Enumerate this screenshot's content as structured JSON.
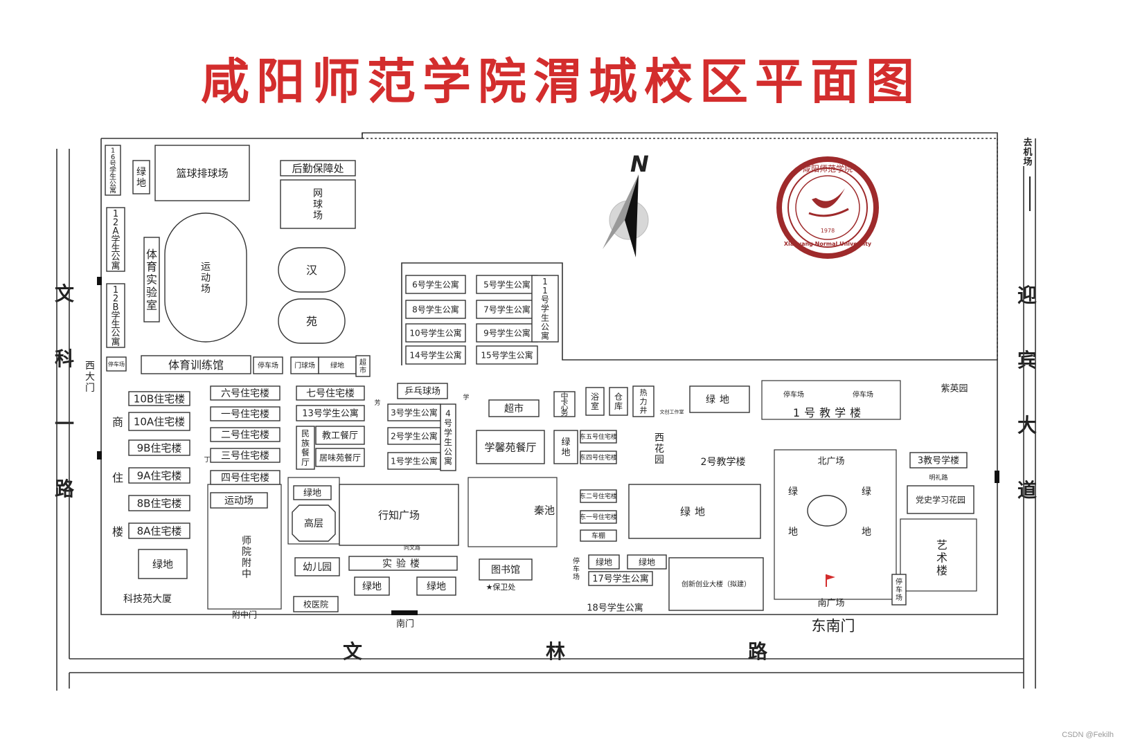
{
  "title": "咸阳师范学院渭城校区平面图",
  "roads": {
    "west": "文科一路",
    "east": "迎宾大道",
    "south": "文林路",
    "to_airport": "去机场"
  },
  "north_label": "N",
  "emblem": {
    "year": "1978",
    "english_name": "Xianyang Normal University",
    "chinese_name": "咸阳师范学院"
  },
  "buildings": {
    "b16": "16号学生公寓",
    "green1": "绿地",
    "basketball": "篮球排球场",
    "logistics": "后勤保障处",
    "tennis": "网球场",
    "b12a": "12A学生公寓",
    "b12b": "12B学生公寓",
    "sports_lab": "体育实验室",
    "track": "运动场",
    "han": "汉",
    "yuan": "苑",
    "gym": "体育训练馆",
    "parking_small": "停车场",
    "parking1": "停车场",
    "doorball": "门球场",
    "green_small": "绿地",
    "supermarket_small": "超市",
    "west_gate": "西大门",
    "d6": "6号学生公寓",
    "d5": "5号学生公寓",
    "d8": "8号学生公寓",
    "d7": "7号学生公寓",
    "d10": "10号学生公寓",
    "d9": "9号学生公寓",
    "d14": "14号学生公寓",
    "d15": "15号学生公寓",
    "d11": "11号学生公寓",
    "r10b": "10B住宅楼",
    "r10a": "10A住宅楼",
    "r9b": "9B住宅楼",
    "r9a": "9A住宅楼",
    "r8b": "8B住宅楼",
    "r8a": "8A住宅楼",
    "shang": "商",
    "zhu": "住",
    "lou": "楼",
    "h6": "六号住宅楼",
    "h1": "一号住宅楼",
    "h2": "二号住宅楼",
    "h3": "三号住宅楼",
    "h4": "四号住宅楼",
    "h7": "七号住宅楼",
    "d13": "13号学生公寓",
    "minzu": "民族餐厅",
    "canteen_staff": "教工餐厅",
    "canteen_juwei": "居味苑餐厅",
    "pingpong": "乒乓球场",
    "d3": "3号学生公寓",
    "d2": "2号学生公寓",
    "d1": "1号学生公寓",
    "d4": "4号学生公寓",
    "supermarket": "超市",
    "card_center": "中卡心务",
    "bath": "浴室",
    "warehouse": "仓库",
    "hot_well": "热力井",
    "culture_station": "文创工作室",
    "green_east": "绿地",
    "parking2": "停车场",
    "parking3": "停车场",
    "teach1": "1号教学楼",
    "ziying": "紫英园",
    "xuexin": "学馨苑餐厅",
    "green_b": "绿地",
    "e5": "东五号住宅楼",
    "e4": "东四号住宅楼",
    "xihua": "西花园",
    "teach2": "2号教学楼",
    "north_square": "北广场",
    "teach3": "3教号学楼",
    "party_garden": "党史学习花园",
    "mingli_road": "明礼路",
    "track_field": "运动场",
    "shiyuan": "师院附中",
    "green_c": "绿地",
    "gaoceng": "高层",
    "xingzhi": "行知广场",
    "qinchi": "秦池",
    "e2": "东二号住宅楼",
    "e1": "东一号住宅楼",
    "garage": "车棚",
    "green_d": "绿地",
    "green_nw": "绿",
    "green_ne": "绿",
    "di_sw": "地",
    "di_se": "地",
    "art": "艺术楼",
    "green_tech": "绿地",
    "tech_building": "科技苑大厦",
    "kindergarten": "幼儿园",
    "lab": "实验楼",
    "library": "图书馆",
    "security": "★保卫处",
    "green_e": "绿地",
    "green_f": "绿地",
    "clinic": "校医院",
    "parking4": "停车场",
    "green_g": "绿地",
    "green_h": "绿地",
    "d17": "17号学生公寓",
    "innovation": "创新创业大楼（拟建）",
    "d18": "18号学生公寓",
    "south_square": "南广场",
    "parking5": "停车场",
    "fuzhong_gate": "附中门",
    "south_gate": "南门",
    "southeast_gate": "东南门",
    "wenjing_road": "同文路",
    "road_label_xue": "学",
    "road_label_fang": "芳",
    "road_label_ding": "丁"
  },
  "watermark": "CSDN @Fekilh",
  "colors": {
    "title_red": "#d32d2d",
    "line": "#333333",
    "emblem_red": "#9e2a2b"
  }
}
